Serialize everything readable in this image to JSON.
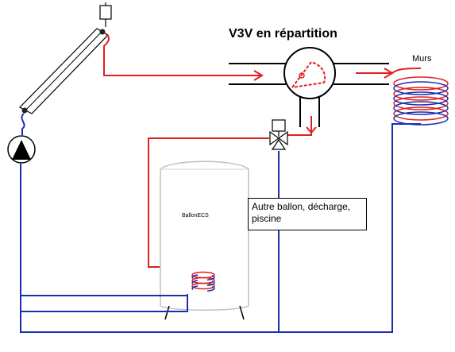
{
  "diagram": {
    "title": "V3V en répartition",
    "walls_label": "Murs",
    "tank_label": "BallonECS",
    "note": "Autre ballon, décharge, piscine"
  },
  "colors": {
    "hot": "#e02020",
    "cold": "#1a2fb0",
    "outline": "#000000",
    "tank_outline": "#bfbfbf"
  }
}
